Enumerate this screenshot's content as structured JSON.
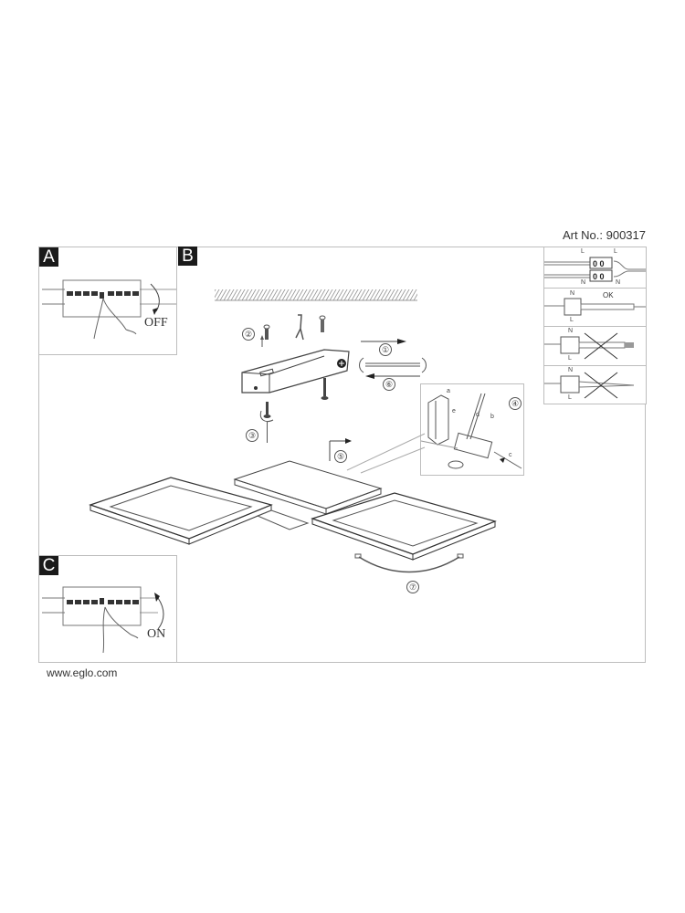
{
  "header": {
    "art_no": "Art No.: 900317"
  },
  "panels": {
    "a": {
      "badge": "A",
      "label": "OFF"
    },
    "b": {
      "badge": "B"
    },
    "c": {
      "badge": "C",
      "label": "ON"
    }
  },
  "steps": [
    "①",
    "②",
    "③",
    "④",
    "⑤",
    "⑥",
    "⑦"
  ],
  "step_detail_labels": [
    "a",
    "b",
    "c",
    "d",
    "e"
  ],
  "wiring": {
    "connector_labels": {
      "top_left": "L",
      "top_right": "L",
      "bottom_left": "N",
      "bottom_right": "N"
    },
    "rows": [
      {
        "top": "N",
        "bottom": "L",
        "status": "OK"
      },
      {
        "top": "N",
        "bottom": "L",
        "status": "✕"
      },
      {
        "top": "N",
        "bottom": "L",
        "status": "✕"
      }
    ]
  },
  "footer": {
    "url": "www.eglo.com"
  }
}
